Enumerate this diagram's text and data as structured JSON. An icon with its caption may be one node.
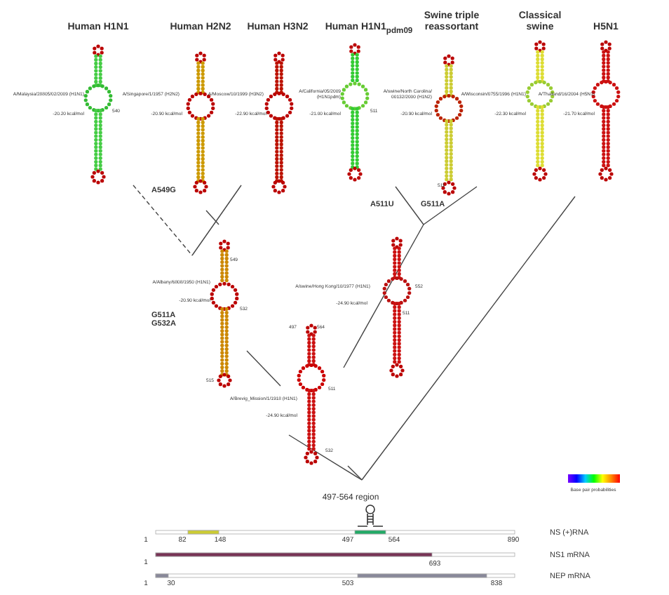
{
  "diagram": {
    "labels": [
      "Human H1N1",
      "Human H2N2",
      "Human H3N2",
      "Human H1N1$_{pdm09}$",
      "Swine triple reassortant",
      "Classical swine",
      "H5N1",
      "A/Malaysia/28805/02/2009 (H1N1)",
      "-20.20 kcal/mol",
      "540",
      "A/Singapore/1/1957 (H2N2)",
      "-20.90 kcal/mol",
      "A/Moscow/10/1999 (H3N2)",
      "-22.90 kcal/mol",
      "A/California/05/2009 (H1N1pdm)",
      "-21.00 kcal/mol",
      "511",
      "A/swine/North Carolina/ 00132/2000 (H1N2)",
      "-20.90 kcal/mol",
      "511",
      "A/Wisconsin/0755/1996 (H1N1)",
      "-22.30 kcal/mol",
      "A/Thailand/16/2004 (H5N1)",
      "-21.70 kcal/mol",
      "A549G",
      "A511U",
      "G511A",
      "549",
      "A/Albany/6808/1950 (H1N1)",
      "-20.90 kcal/mol",
      "532",
      "G511A G532A",
      "515",
      "A/swine/Hong Kong/10/1977 (H1N1)",
      "-24.90 kcal/mol",
      "552",
      "511",
      "497",
      "564",
      "A/Brevig_Mission/1/1918 (H1N1)",
      "-24.90 kcal/mol",
      "511",
      "532",
      "497-564 region",
      "Base pair probabilities",
      "NS (+)RNA",
      "1",
      "82",
      "148",
      "497",
      "564",
      "890",
      "NS1 mRNA",
      "1",
      "693",
      "NEP mRNA",
      "1",
      "30",
      "503",
      "838"
    ]
  }
}
